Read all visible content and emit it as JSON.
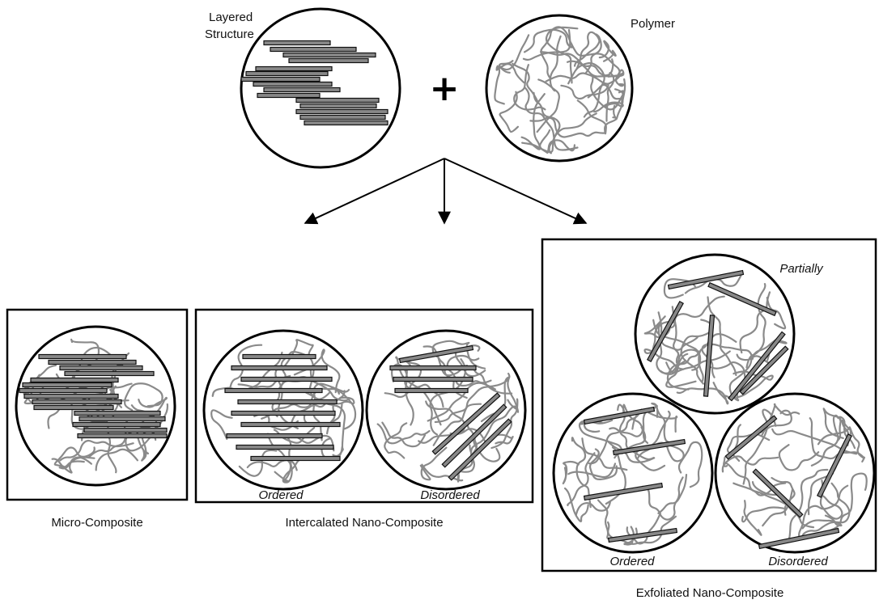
{
  "top": {
    "layered_label": [
      "Layered",
      "Structure"
    ],
    "polymer_label": "Polymer",
    "plus_symbol": "+"
  },
  "panels": {
    "micro": {
      "caption": "Micro-Composite"
    },
    "intercalated": {
      "caption": "Intercalated Nano-Composite",
      "ordered": "Ordered",
      "disordered": "Disordered"
    },
    "exfoliated": {
      "caption": "Exfoliated Nano-Composite",
      "partially": "Partially",
      "ordered": "Ordered",
      "disordered": "Disordered"
    }
  }
}
